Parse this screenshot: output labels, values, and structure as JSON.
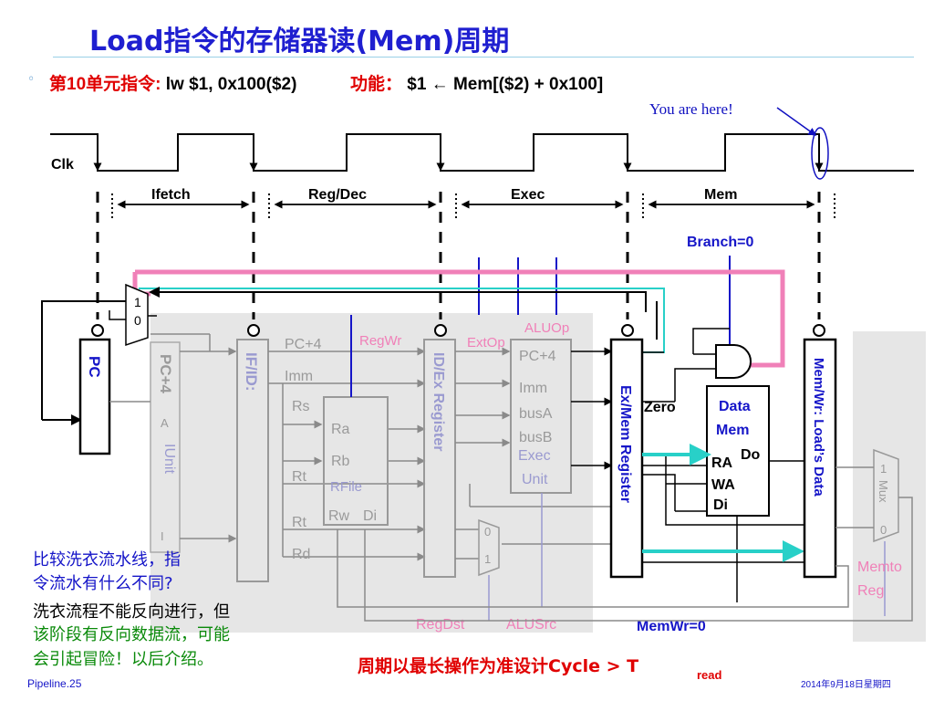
{
  "title": "Load指令的存储器读(Mem)周期",
  "instruction": {
    "bullet": "◦",
    "prefix": "第10单元指令:",
    "code": "lw  $1, 0x100($2)",
    "func_label": "功能：",
    "func_expr": "$1 ←  Mem[($2) +  0x100]"
  },
  "you_are_here": "You are here!",
  "clock_label": "Clk",
  "stages": [
    "Ifetch",
    "Reg/Dec",
    "Exec",
    "Mem"
  ],
  "signals": {
    "branch": "Branch=0",
    "regwr": "RegWr",
    "extop": "ExtOp",
    "aluop": "ALUOp",
    "regdst": "RegDst",
    "alusrc": "ALUSrc",
    "memwr": "MemWr=0",
    "memtoreg_1": "Memto",
    "memtoreg_2": "Reg",
    "zero": "Zero"
  },
  "units": {
    "pc": "PC",
    "pc4_fetch": "PC+4",
    "ifetch_a": "A",
    "iunit": "IUnit",
    "ifetch_i": "I",
    "ifid": "IF/ID:",
    "pc4_dec": "PC+4",
    "imm_dec": "Imm",
    "rs": "Rs",
    "rt1": "Rt",
    "rt2": "Rt",
    "rd": "Rd",
    "ra": "Ra",
    "rb": "Rb",
    "rfile": "RFile",
    "rw": "Rw",
    "di_rf": "Di",
    "idex": "ID/Ex Register",
    "pc4_ex": "PC+4",
    "imm_ex": "Imm",
    "busa": "busA",
    "busb": "busB",
    "exec_unit_1": "Exec",
    "exec_unit_2": "Unit",
    "mux_ex_0": "0",
    "mux_ex_1": "1",
    "exmem": "Ex/Mem Register",
    "datamem_1": "Data",
    "datamem_2": "Mem",
    "ra_mem": "RA",
    "do_mem": "Do",
    "wa_mem": "WA",
    "di_mem": "Di",
    "memwr_reg": "Mem/Wr: Load’s Data",
    "pcmux_1": "1",
    "pcmux_0": "0",
    "mux_wb_1": "1",
    "mux_wb_label": "Mux",
    "mux_wb_0": "0"
  },
  "notes": {
    "q1": "比较洗衣流水线，指",
    "q2": "令流水有什么不同?",
    "a1": "洗衣流程不能反向进行，但",
    "a2": "该阶段有反向数据流，可能",
    "a3": "会引起冒险！以后介绍。",
    "cycle": "周期以最长操作为准设计Cycle > T",
    "cycle_sub": "read"
  },
  "footer": {
    "left": "Pipeline.25",
    "right": "2014年9月18日星期四"
  },
  "colors": {
    "title": "#1f1fd0",
    "red": "#e00000",
    "blue": "#1515c8",
    "green": "#0a8a0a",
    "pink": "#f080b8",
    "cyan": "#28d0c8",
    "gray_panel": "#e6e6e6"
  }
}
